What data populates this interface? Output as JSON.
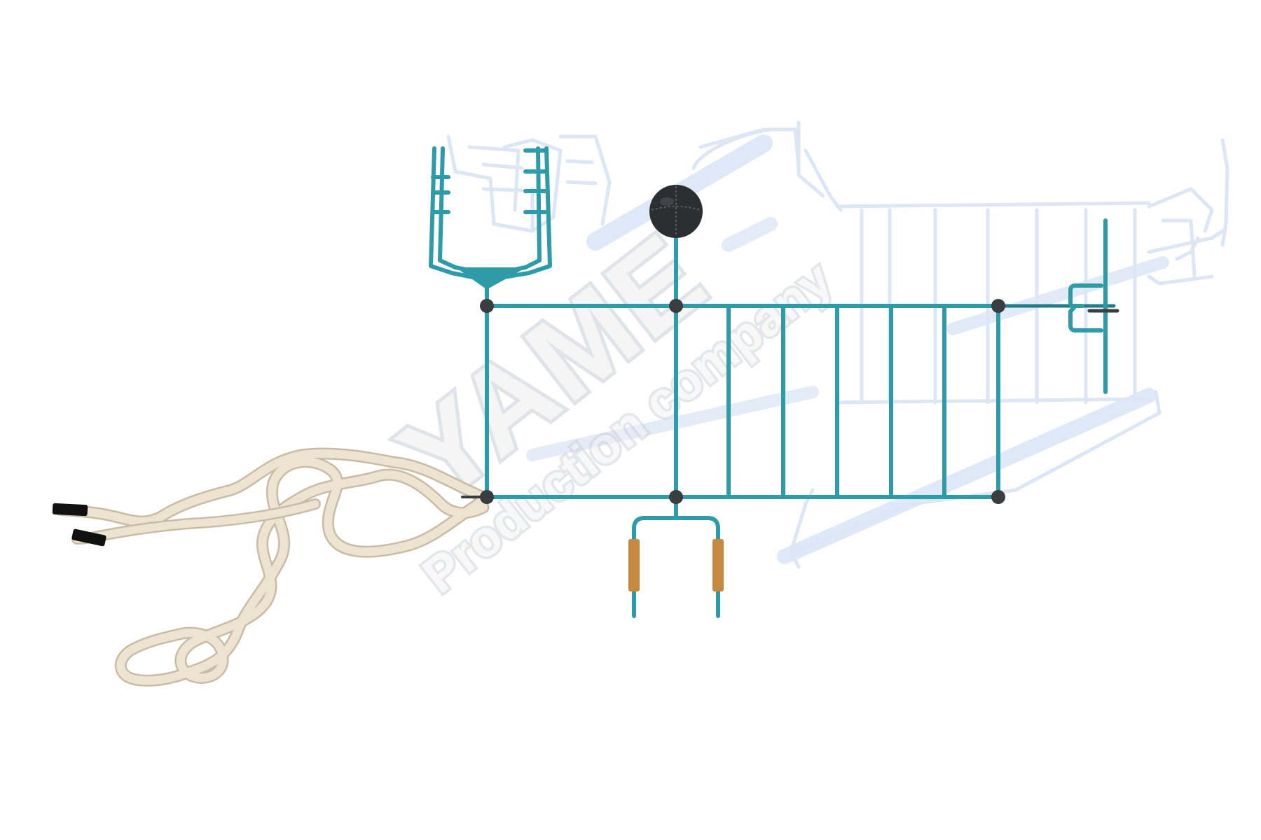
{
  "watermark": {
    "brand": "YAME",
    "tagline": "Production company",
    "rotation_deg": -38
  },
  "colors": {
    "background": "#ffffff",
    "frame": "#2E9BA8",
    "frame_dark": "#1F7C88",
    "joint": "#3a3d40",
    "ghost": "#DCE6F5",
    "rope": "#E8DCC8",
    "rope_shadow": "#C9BCA5",
    "rope_end": "#111111",
    "grip": "#C7883F",
    "ball": "#2C2F32",
    "watermark": "#E8E8EA"
  },
  "icons": {
    "equipment": "outdoor-fitness-complex-top-view",
    "rope": "battle-rope-icon",
    "ball": "medicine-ball-icon",
    "dip_station": "dip-bars-icon",
    "grip_bars": "grip-handle-icon"
  }
}
